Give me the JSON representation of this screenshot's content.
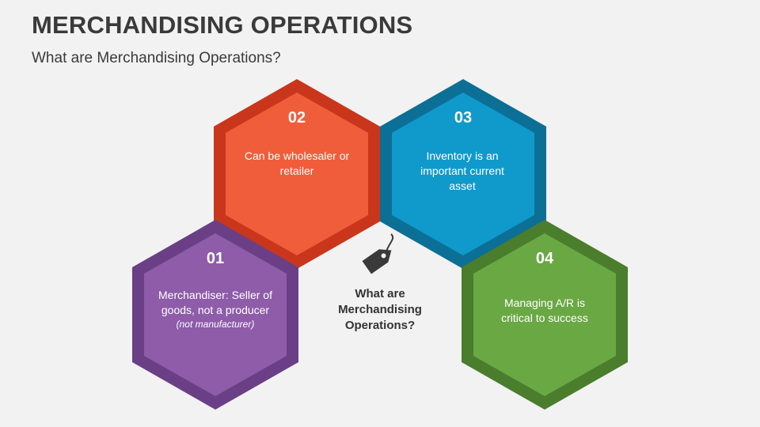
{
  "header": {
    "title": "MERCHANDISING OPERATIONS",
    "subtitle": "What are Merchandising Operations?"
  },
  "center": {
    "label": "What are Merchandising Operations?",
    "icon": "price-tag-icon"
  },
  "items": [
    {
      "number": "01",
      "text": "Merchandiser: Seller of goods, not a producer",
      "note": "(not manufacturer)",
      "color": "#8e5ca9",
      "border": "#6a3f86"
    },
    {
      "number": "02",
      "text": "Can be wholesaler or retailer",
      "color": "#f05d3b",
      "border": "#c9361c"
    },
    {
      "number": "03",
      "text": "Inventory is an important current asset",
      "color": "#0f9acb",
      "border": "#0c6f95"
    },
    {
      "number": "04",
      "text": "Managing A/R is critical to success",
      "color": "#6aa843",
      "border": "#4a7d2c"
    }
  ]
}
